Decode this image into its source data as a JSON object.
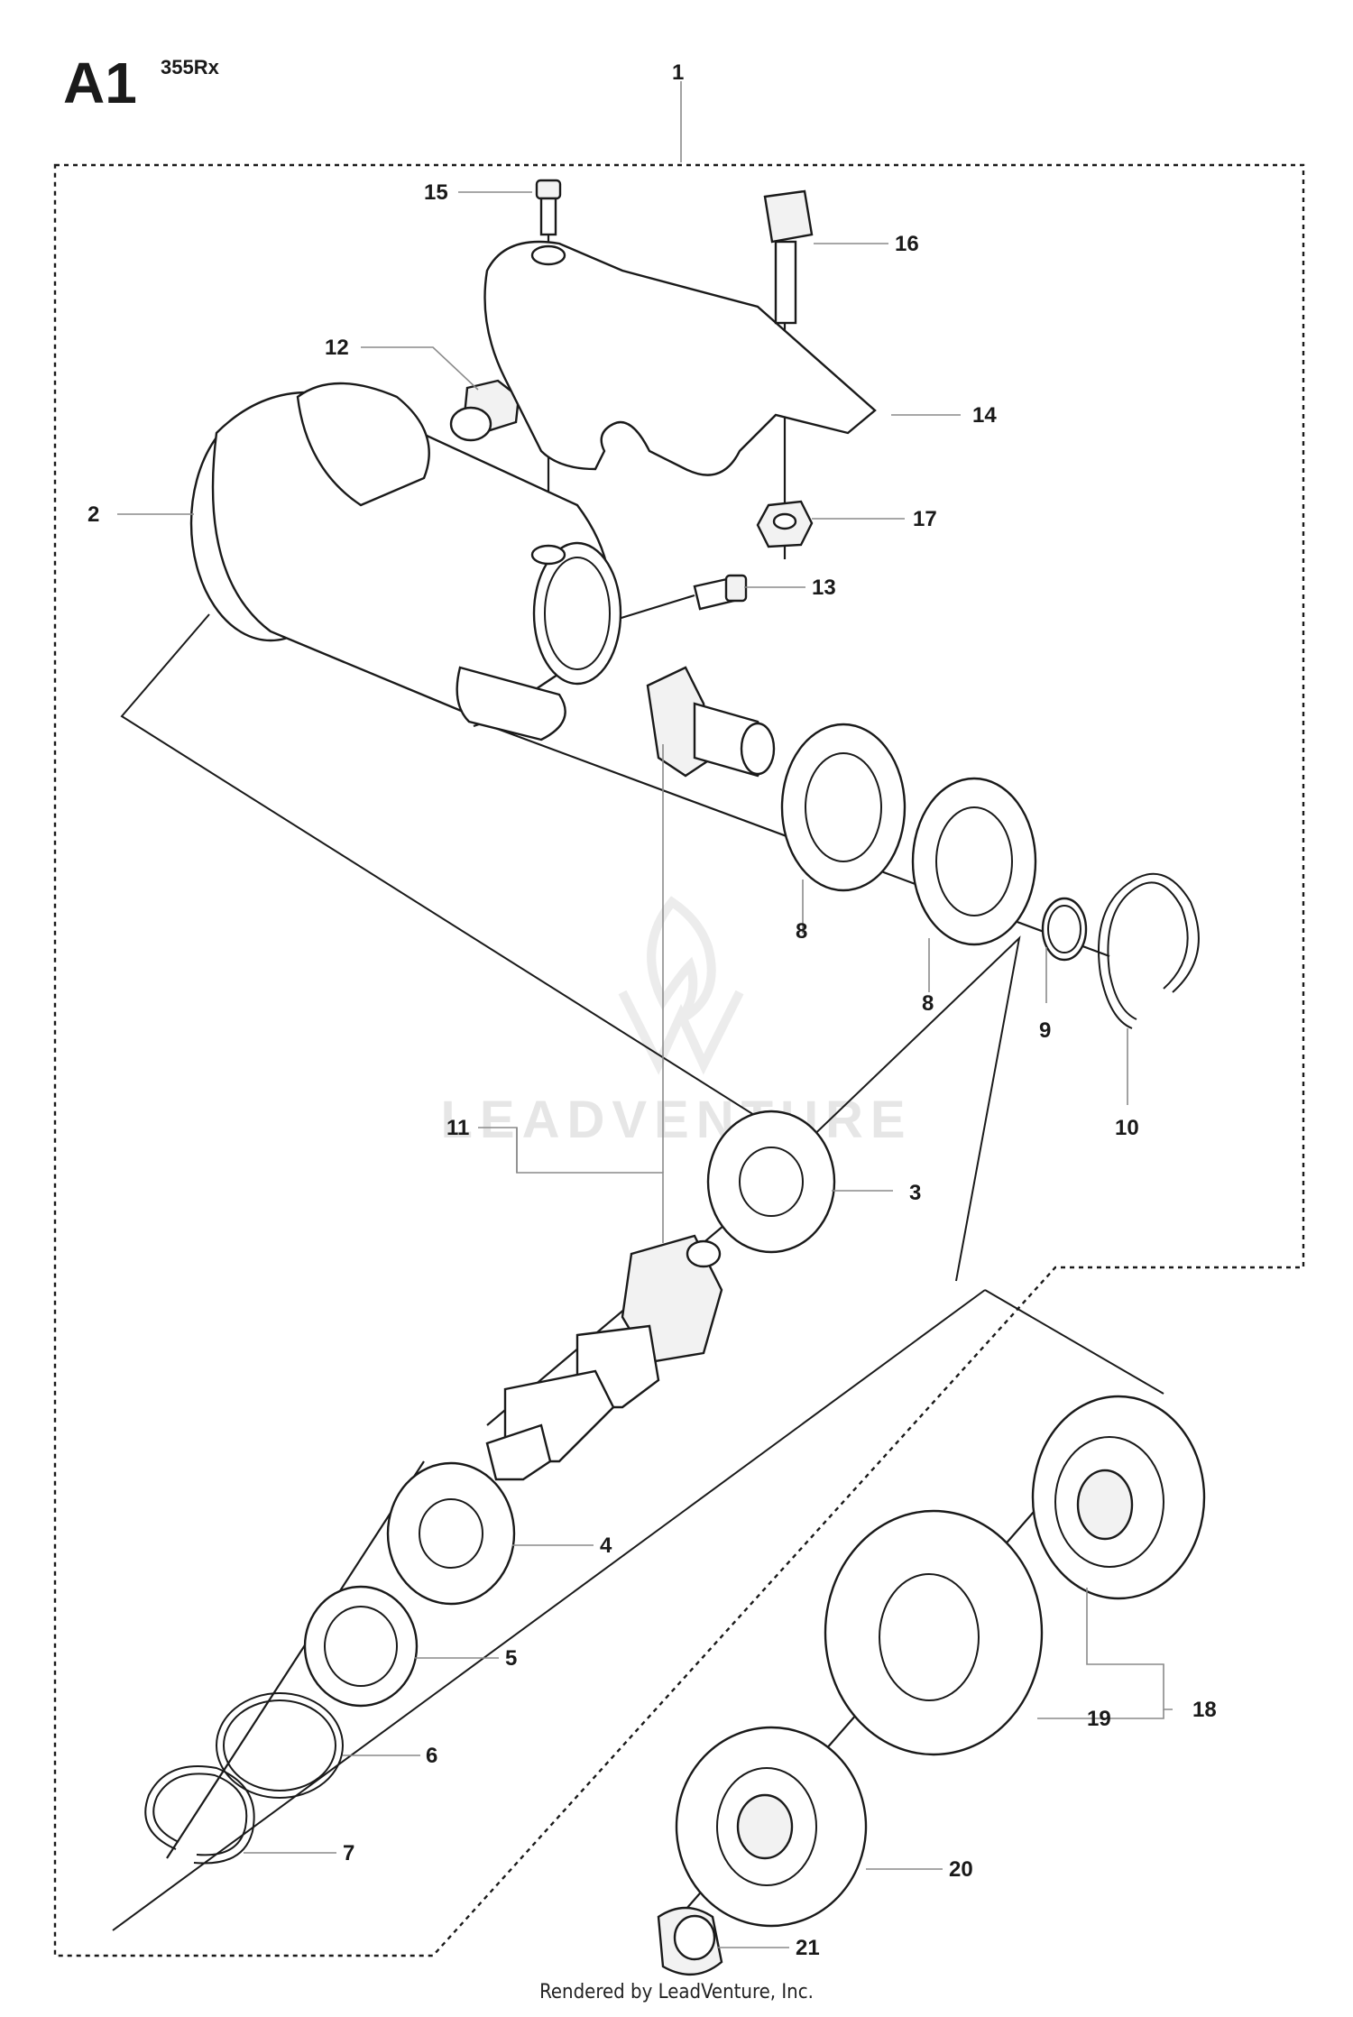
{
  "header": {
    "title": "A1",
    "model": "355Rx"
  },
  "watermark": "LEADVENTURE",
  "footer": "Rendered by LeadVenture, Inc.",
  "callouts": [
    "1",
    "2",
    "3",
    "4",
    "5",
    "6",
    "7",
    "8",
    "8",
    "9",
    "10",
    "11",
    "12",
    "13",
    "14",
    "15",
    "16",
    "17",
    "18",
    "19",
    "20",
    "21"
  ]
}
